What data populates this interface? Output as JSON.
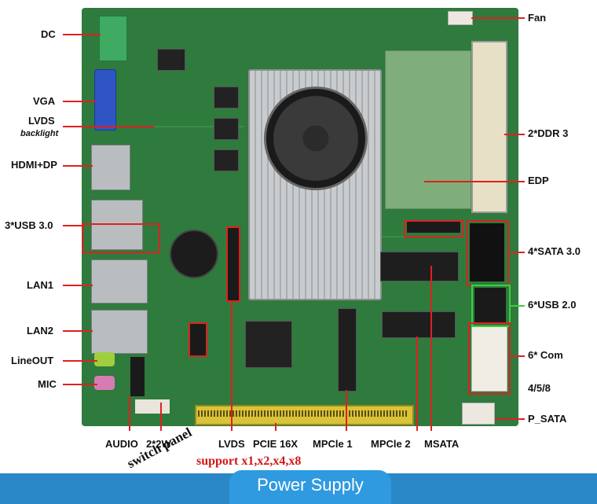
{
  "labels": {
    "dc": "DC",
    "vga": "VGA",
    "lvds_left": "LVDS",
    "backlight": "backlight",
    "hdmi_dp": "HDMI+DP",
    "usb30": "3*USB 3.0",
    "lan1": "LAN1",
    "lan2": "LAN2",
    "lineout": "LineOUT",
    "mic": "MIC",
    "fan": "Fan",
    "ddr3": "2*DDR 3",
    "edp": "EDP",
    "sata": "4*SATA 3.0",
    "usb20": "6*USB 2.0",
    "com": "6* Com",
    "com_sub": "4/5/8",
    "p_sata": "P_SATA"
  },
  "bottom_labels": {
    "audio": "AUDIO",
    "twow": "2*2W",
    "lvds": "LVDS",
    "pcie": "PCIE 16X",
    "mpcie1": "MPCle 1",
    "mpcie2": "MPCle 2",
    "msata": "MSATA"
  },
  "notes": {
    "switch_panel": "switch panel",
    "support": "support x1,x2,x4,x8"
  },
  "banner": "Power Supply",
  "colors": {
    "pcb": "#2f7a3d",
    "callout": "#e02020",
    "callout_green": "#3bd13b",
    "banner": "#2b88c8"
  }
}
